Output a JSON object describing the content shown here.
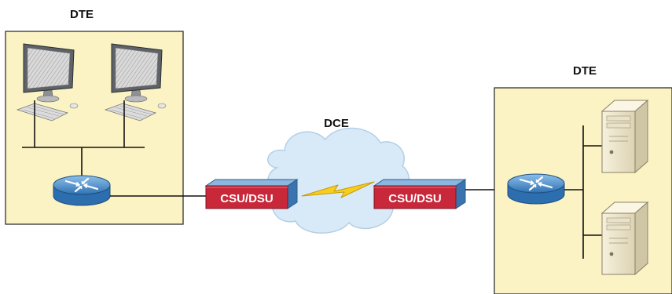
{
  "labels": {
    "dte_left": "DTE",
    "dte_right": "DTE",
    "dce": "DCE",
    "csu_left": "CSU/DSU",
    "csu_right": "CSU/DSU"
  },
  "colors": {
    "site_fill": "#fbf3c4",
    "csu_red": "#c8283a",
    "csu_blue": "#4a86c5",
    "router_blue": "#3f86c8",
    "bolt_yellow": "#f6cf1e",
    "cloud_blue": "#d8eaf7"
  },
  "icons": {
    "workstation": "desktop-computer-icon",
    "router": "router-icon",
    "server": "tower-server-icon",
    "csu_dsu": "csu-dsu-icon",
    "serial_link": "lightning-bolt-icon",
    "wan_cloud": "cloud-icon"
  }
}
